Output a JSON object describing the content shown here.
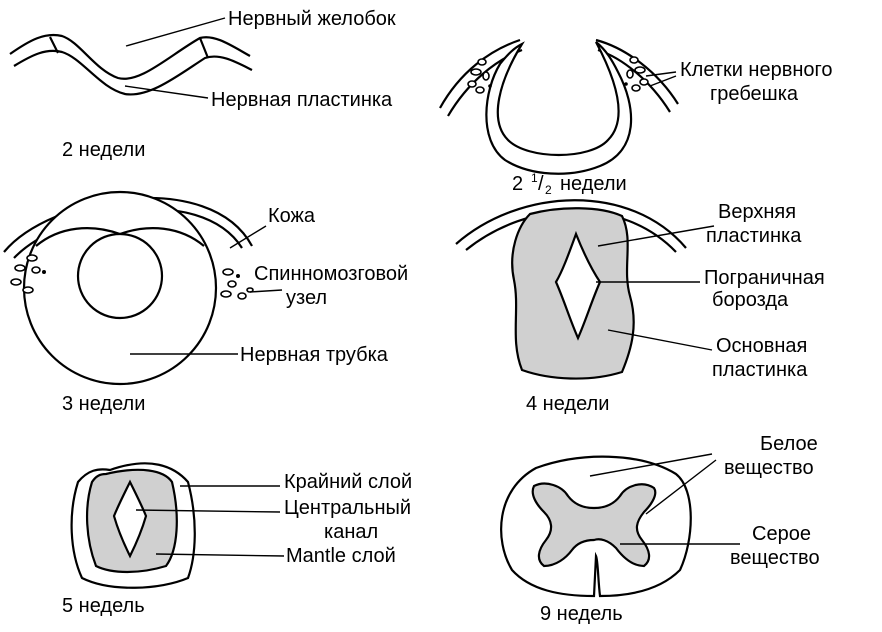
{
  "panels": {
    "w2": {
      "caption": "2 недели",
      "labels": {
        "neural_groove": "Нервный желобок",
        "neural_plate": "Нервная пластинка"
      }
    },
    "w2_5": {
      "caption_whole": "2",
      "caption_num": "1",
      "caption_slash": "/",
      "caption_den": "2",
      "caption_unit": "недели",
      "labels": {
        "crest_line1": "Клетки нервного",
        "crest_line2": "гребешка"
      }
    },
    "w3": {
      "caption": "3 недели",
      "labels": {
        "skin": "Кожа",
        "ganglion_line1": "Спинномозговой",
        "ganglion_line2": "узел",
        "neural_tube": "Нервная трубка"
      }
    },
    "w4": {
      "caption": "4 недели",
      "labels": {
        "alar_line1": "Верхняя",
        "alar_line2": "пластинка",
        "sulcus_line1": "Пограничная",
        "sulcus_line2": "борозда",
        "basal_line1": "Основная",
        "basal_line2": "пластинка"
      }
    },
    "w5": {
      "caption": "5 недель",
      "labels": {
        "marginal": "Крайний слой",
        "canal_line1": "Центральный",
        "canal_line2": "канал",
        "mantle": "Mantle слой"
      }
    },
    "w9": {
      "caption": "9 недель",
      "labels": {
        "white_line1": "Белое",
        "white_line2": "вещество",
        "grey_line1": "Серое",
        "grey_line2": "вещество"
      }
    }
  },
  "colors": {
    "stroke": "#000000",
    "grey_matter": "#d0d0d0",
    "background": "#ffffff"
  }
}
